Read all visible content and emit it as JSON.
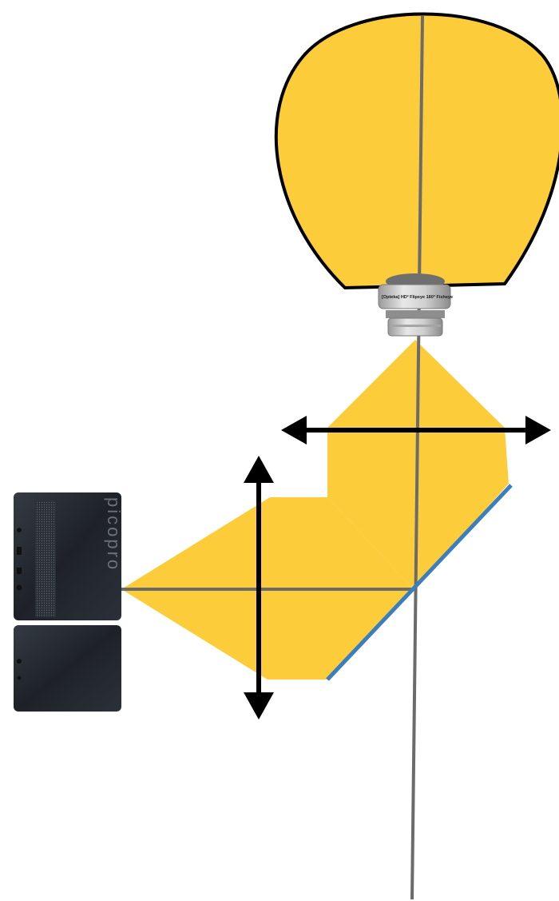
{
  "colors": {
    "background": "#ffffff",
    "light_beam": "#fdcc3a",
    "dome_outline": "#000000",
    "optical_axis": "#6b6b6b",
    "mirror": "#3a7ebf",
    "arrow": "#000000",
    "projector_body": "#2a2f36",
    "lens_metal": "#c9c9c9"
  },
  "projector": {
    "icon": "projector-icon",
    "brand_text": "picopro"
  },
  "lens": {
    "icon": "fisheye-lens-icon",
    "label_text": "[Opteka] HD² Flipeye 180° Fisheye"
  },
  "dome": {
    "icon": "dome-screen-icon"
  },
  "mirror": {
    "icon": "mirror-line-icon"
  },
  "arrows": [
    {
      "name": "horizontal-adjust-arrow",
      "icon": "double-arrow-horizontal-icon"
    },
    {
      "name": "vertical-adjust-arrow",
      "icon": "double-arrow-vertical-icon"
    }
  ]
}
